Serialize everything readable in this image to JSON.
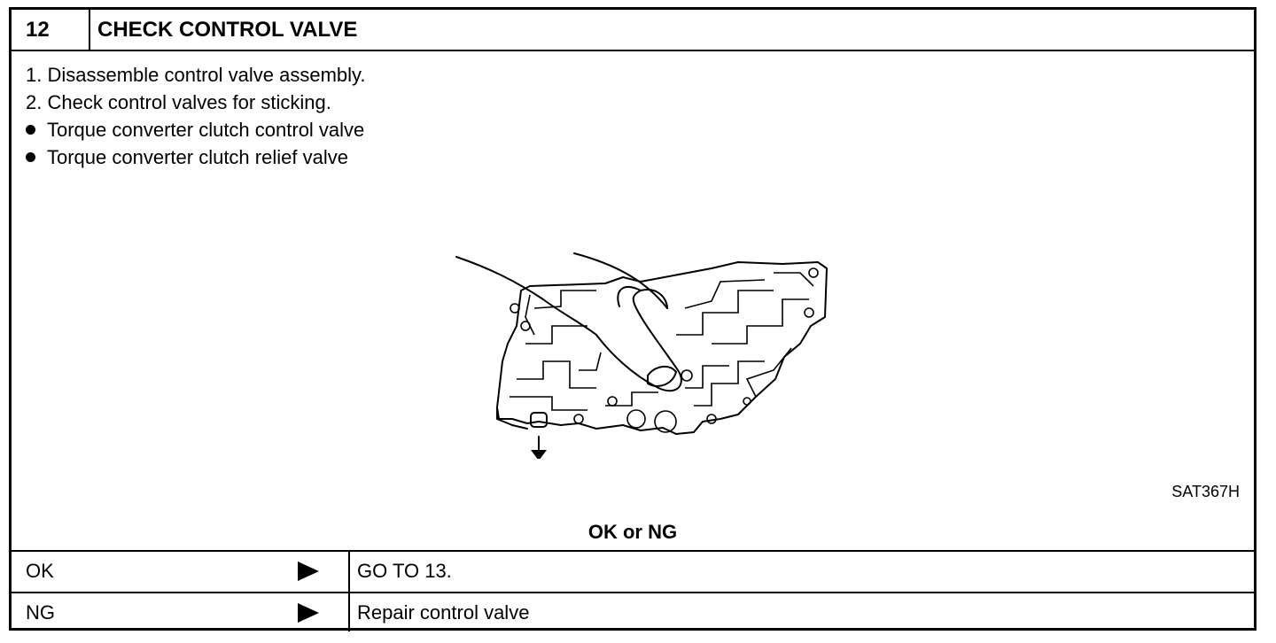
{
  "step": {
    "number": "12",
    "title": "CHECK CONTROL VALVE"
  },
  "instructions": {
    "line1": "1.  Disassemble control valve assembly.",
    "line2": "2.  Check control valves for sticking.",
    "bullet1": "Torque converter clutch control valve",
    "bullet2": "Torque converter clutch relief valve"
  },
  "figure": {
    "code": "SAT367H"
  },
  "result": {
    "label": "OK or NG",
    "rows": [
      {
        "key": "OK",
        "action": "GO TO 13."
      },
      {
        "key": "NG",
        "action": "Repair control valve"
      }
    ]
  }
}
